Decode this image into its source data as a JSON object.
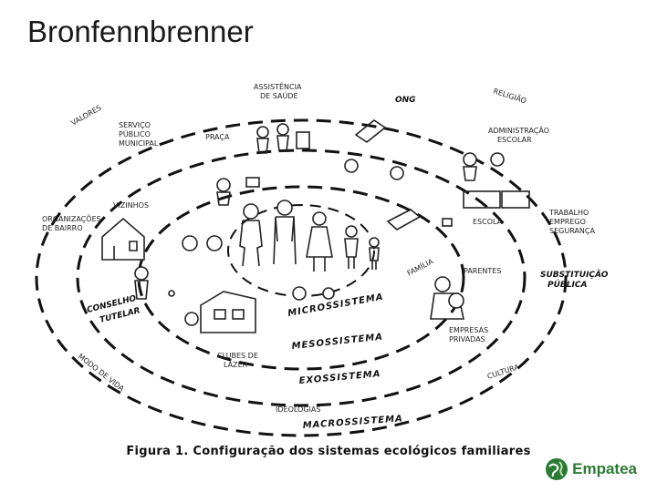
{
  "title": "Bronfennbrenner",
  "caption": "Figura 1. Configuração dos sistemas ecológicos familiares",
  "brand": {
    "name": "Empatea",
    "color": "#2b7a33",
    "icon": "globe-icon"
  },
  "diagram": {
    "systems": {
      "micro": "MICROSSISTEMA",
      "meso": "MESOSSISTEMA",
      "exo": "EXOSSISTEMA",
      "macro": "MACROSSISTEMA"
    },
    "labels": {
      "assistencia": [
        "ASSISTÊNCIA",
        "DE SAÚDE"
      ],
      "religiao": "RELIGIÃO",
      "valores": "VALORES",
      "ong": "ONG",
      "servico": [
        "SERVIÇO",
        "PÚBLICO",
        "MUNICIPAL"
      ],
      "praca": "PRAÇA",
      "administracao": [
        "ADMINISTRAÇÃO",
        "ESCOLAR"
      ],
      "vizinhos": "VIZINHOS",
      "organizacoes": [
        "ORGANIZAÇÕES",
        "DE BAIRRO"
      ],
      "escola": "ESCOLA",
      "trabalho": [
        "TRABALHO",
        "EMPREGO",
        "SEGURANÇA"
      ],
      "familia": "FAMÍLIA",
      "parentes": "PARENTES",
      "substituicao": [
        "SUBSTITUIÇÃO",
        "PÚBLICA"
      ],
      "conselho": [
        "CONSELHO",
        "TUTELAR"
      ],
      "empresas": [
        "EMPRESAS",
        "PRIVADAS"
      ],
      "clubes": [
        "CLUBES DE",
        "LAZER"
      ],
      "modo": "MODO DE VIDA",
      "cultura": "CULTURA",
      "ideologias": "IDEOLOGIAS"
    }
  }
}
